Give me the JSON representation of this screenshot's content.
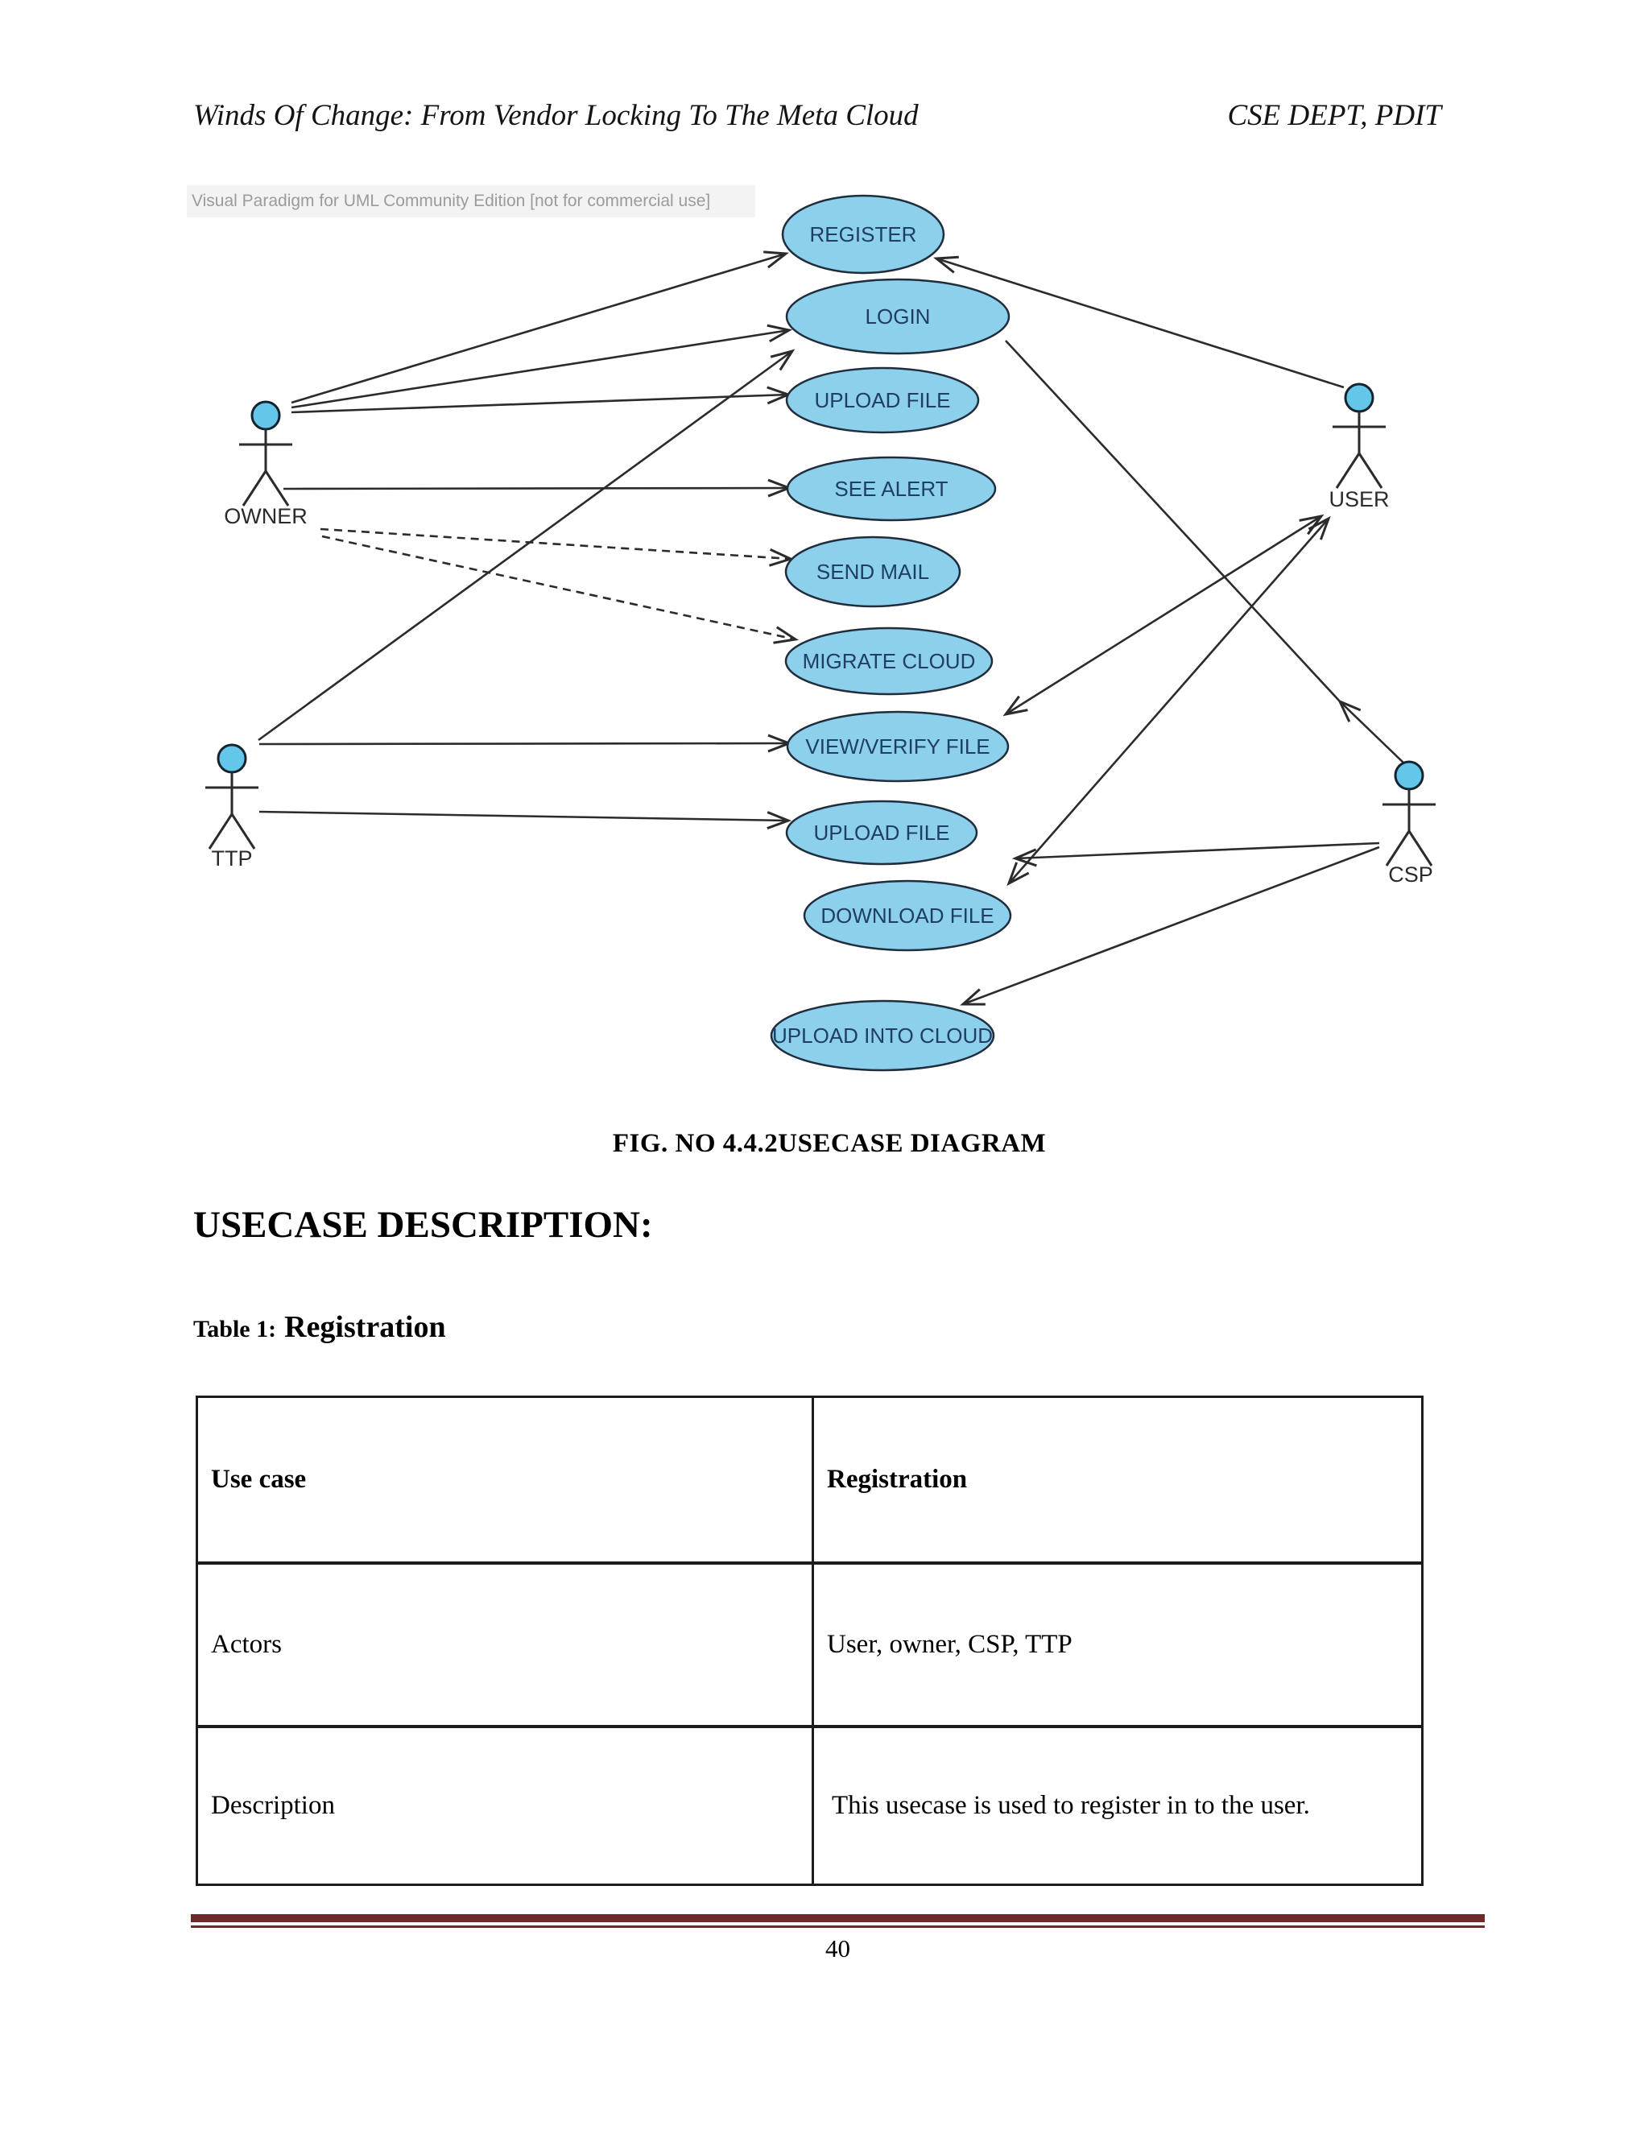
{
  "header": {
    "title": "Winds Of Change: From Vendor Locking To The Meta Cloud",
    "right": "CSE DEPT, PDIT"
  },
  "diagram": {
    "watermark": "Visual Paradigm for UML Community Edition [not for commercial use]",
    "usecases": [
      {
        "label": "REGISTER"
      },
      {
        "label": "LOGIN"
      },
      {
        "label": "UPLOAD FILE"
      },
      {
        "label": "SEE ALERT"
      },
      {
        "label": "SEND MAIL"
      },
      {
        "label": "MIGRATE CLOUD"
      },
      {
        "label": "VIEW/VERIFY  FILE"
      },
      {
        "label": "UPLOAD  FILE"
      },
      {
        "label": "DOWNLOAD FILE"
      },
      {
        "label": "UPLOAD INTO CLOUD"
      }
    ],
    "actors": [
      {
        "label": "OWNER"
      },
      {
        "label": "TTP"
      },
      {
        "label": "USER"
      },
      {
        "label": "CSP"
      }
    ],
    "connections": [
      {
        "from": "OWNER",
        "to": "REGISTER",
        "style": "solid",
        "arrow": "to"
      },
      {
        "from": "OWNER",
        "to": "LOGIN",
        "style": "solid",
        "arrow": "to"
      },
      {
        "from": "OWNER",
        "to": "UPLOAD FILE",
        "style": "solid",
        "arrow": "to"
      },
      {
        "from": "OWNER",
        "to": "SEE ALERT",
        "style": "solid",
        "arrow": "to"
      },
      {
        "from": "OWNER",
        "to": "SEND MAIL",
        "style": "dashed",
        "arrow": "to"
      },
      {
        "from": "OWNER",
        "to": "MIGRATE CLOUD",
        "style": "dashed",
        "arrow": "to"
      },
      {
        "from": "TTP",
        "to": "LOGIN",
        "style": "solid",
        "arrow": "to"
      },
      {
        "from": "TTP",
        "to": "VIEW/VERIFY FILE",
        "style": "solid",
        "arrow": "to"
      },
      {
        "from": "TTP",
        "to": "UPLOAD FILE (2)",
        "style": "solid",
        "arrow": "to"
      },
      {
        "from": "USER",
        "to": "REGISTER",
        "style": "solid",
        "arrow": "to"
      },
      {
        "from": "USER",
        "to": "VIEW/VERIFY FILE",
        "style": "solid",
        "arrow": "both"
      },
      {
        "from": "USER",
        "to": "DOWNLOAD FILE",
        "style": "solid",
        "arrow": "both"
      },
      {
        "from": "LOGIN",
        "to": "CSP",
        "style": "solid",
        "arrow": "mid"
      },
      {
        "from": "CSP",
        "to": "DOWNLOAD FILE",
        "style": "solid",
        "arrow": "to"
      },
      {
        "from": "CSP",
        "to": "UPLOAD INTO CLOUD",
        "style": "solid",
        "arrow": "to"
      }
    ],
    "colors": {
      "ellipse_fill": "#8dd0ec",
      "ellipse_stroke": "#1f2d3d",
      "head_fill": "#64c6e9",
      "label": "#1e3f63",
      "line": "#2b2b2b"
    }
  },
  "caption": "FIG. NO 4.4.2USECASE DIAGRAM",
  "section_heading": "USECASE DESCRIPTION:",
  "table_heading": {
    "prefix": "Table 1:",
    "title": "Registration"
  },
  "table": {
    "rows": [
      {
        "label": "Use case",
        "value": "Registration"
      },
      {
        "label": "Actors",
        "value": "User, owner, CSP, TTP"
      },
      {
        "label": "Description",
        "value": "This  usecase is used to register in to the user."
      }
    ]
  },
  "footer": {
    "page_number": "40",
    "rule_color": "#6d2a28"
  }
}
